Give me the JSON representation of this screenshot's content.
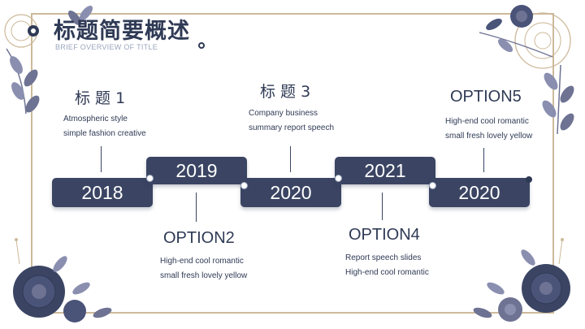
{
  "header": {
    "title": "标题简要概述",
    "subtitle": "BRIEF OVERVIEW OF TITLE"
  },
  "timeline": {
    "years": [
      "2018",
      "2019",
      "2020",
      "2021",
      "2020"
    ]
  },
  "items": [
    {
      "heading": "标 题 1",
      "lines": [
        "Atmospheric style",
        "simple fashion creative"
      ]
    },
    {
      "heading": "OPTION2",
      "lines": [
        "High-end cool romantic",
        "small fresh lovely yellow"
      ]
    },
    {
      "heading": "标 题 3",
      "lines": [
        "Company business",
        "summary report speech"
      ]
    },
    {
      "heading": "OPTION4",
      "lines": [
        "Report speech slides",
        "High-end cool romantic"
      ]
    },
    {
      "heading": "OPTION5",
      "lines": [
        "High-end cool romantic",
        "small fresh lovely yellow"
      ]
    }
  ],
  "colors": {
    "navy": "#3b4563",
    "gold": "#cdb99a",
    "lavender": "#8a8fb0"
  }
}
